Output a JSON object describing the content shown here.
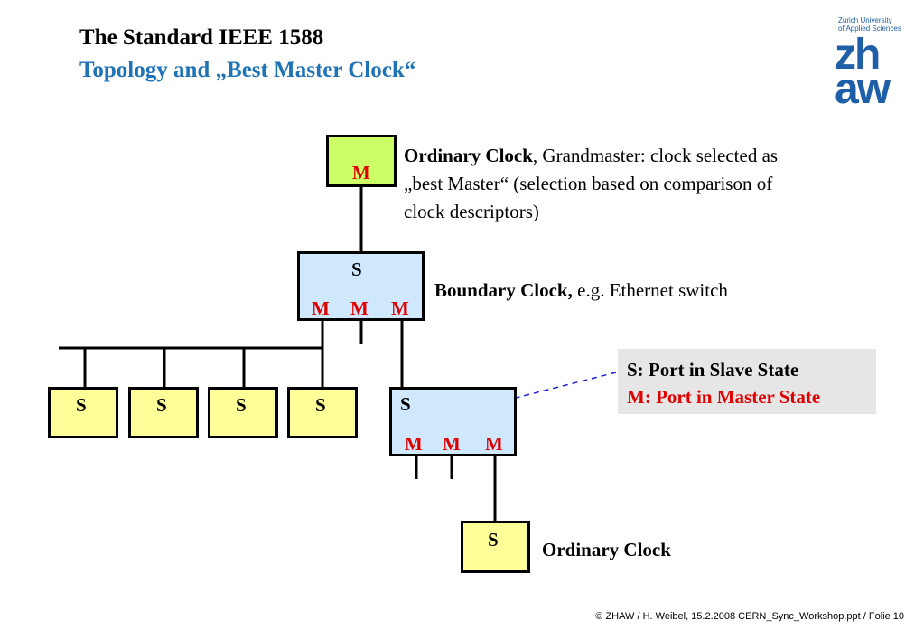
{
  "header": {
    "title": "The Standard IEEE 1588",
    "subtitle": "Topology and „Best Master Clock“"
  },
  "logo": {
    "line1": "Zurich University",
    "line2": "of Applied Sciences",
    "mark_top": "zh",
    "mark_bottom": "aw"
  },
  "grandmaster": {
    "port": "M"
  },
  "boundary_clock_1": {
    "slave_port": "S",
    "master_ports": [
      "M",
      "M",
      "M"
    ]
  },
  "boundary_clock_2": {
    "slave_port": "S",
    "master_ports": [
      "M",
      "M",
      "M"
    ]
  },
  "slave_clocks": [
    "S",
    "S",
    "S",
    "S"
  ],
  "bottom_clock": {
    "port": "S"
  },
  "annotations": {
    "grandmaster_bold": "Ordinary Clock",
    "grandmaster_text": ", Grandmaster: clock selected as „best Master“ (selection based on comparison of clock descriptors)",
    "boundary_bold": "Boundary Clock,",
    "boundary_text": " e.g. Ethernet switch",
    "ordinary_clock": "Ordinary Clock"
  },
  "legend": {
    "slave": "S:  Port in Slave State",
    "master": "M: Port in Master State"
  },
  "footer": "© ZHAW / H. Weibel, 15.2.2008 CERN_Sync_Workshop.ppt / Folie 10",
  "colors": {
    "title_blue": "#1f73b7",
    "master_red": "#e00000",
    "grandmaster_fill": "#ccff66",
    "slave_fill": "#ffff99",
    "boundary_fill": "#cfe8fb",
    "legend_fill": "#e6e6e6",
    "arrow_blue": "#1a1ae6"
  }
}
